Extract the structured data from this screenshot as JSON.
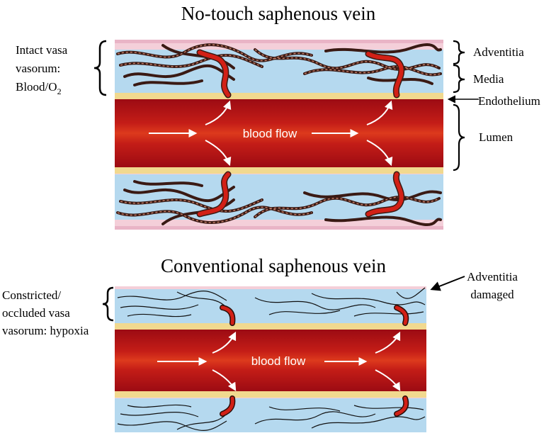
{
  "top_panel": {
    "title": "No-touch saphenous vein",
    "flow_label": "blood flow",
    "left_label_line1": "Intact vasa",
    "left_label_line2": "vasorum:",
    "left_label_line3_main": "Blood/O",
    "left_label_line3_sub": "2",
    "layers": {
      "adventitia": "Adventitia",
      "media": "Media",
      "endothelium": "Endothelium",
      "lumen": "Lumen"
    }
  },
  "bottom_panel": {
    "title": "Conventional saphenous vein",
    "flow_label": "blood flow",
    "left_label_line1": "Constricted/",
    "left_label_line2": "occluded vasa",
    "left_label_line3": "vasorum: hypoxia",
    "damage_label_line1": "Adventitia",
    "damage_label_line2": "damaged"
  },
  "colors": {
    "adventitia_pink": "#f4cfd9",
    "media_blue": "#b5d9ef",
    "endothelium_yellow": "#f1d98f",
    "lumen_dark_red": "#9c0b13",
    "lumen_light_red": "#d8321c",
    "vessel_red": "#cc2017",
    "fiber_dark": "#3a1a14"
  }
}
